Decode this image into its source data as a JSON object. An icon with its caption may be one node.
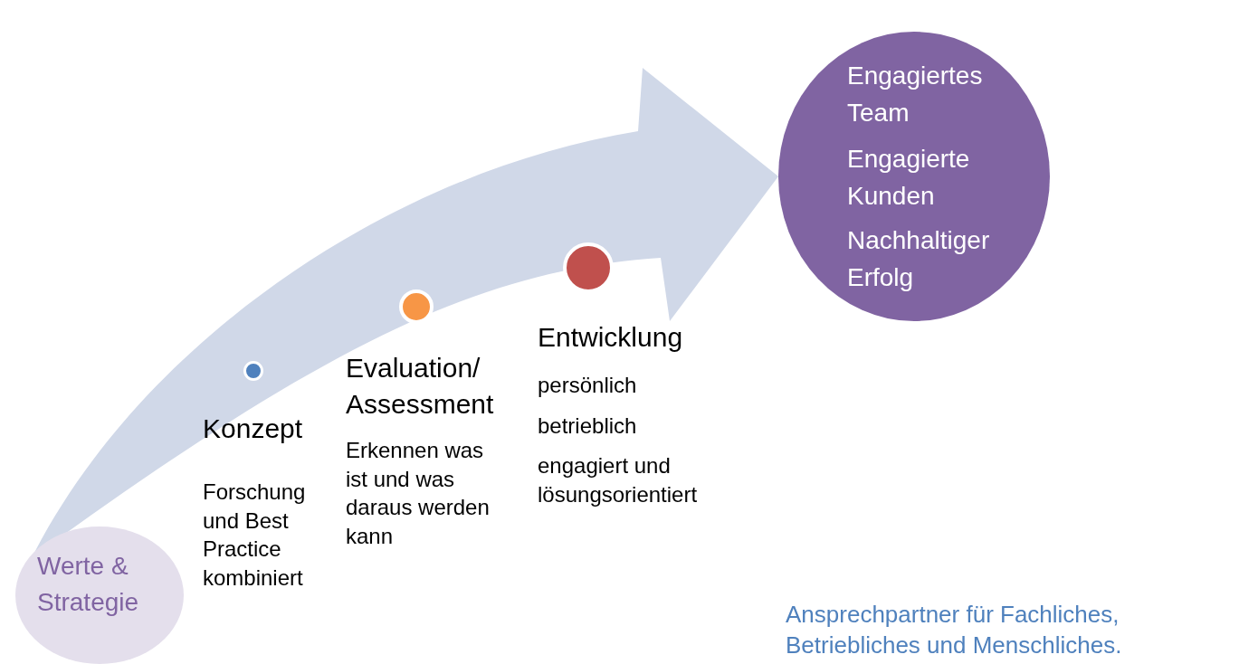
{
  "diagram": {
    "nodes": [
      {
        "text": [
          "Werte & Strategie"
        ]
      },
      {
        "text": [],
        "shape": "circle"
      },
      {
        "text": [],
        "shape": "circle"
      },
      {
        "text": [],
        "shape": "circle"
      },
      {
        "text": [
          "Engagiertes Team",
          "Engagierte Kunden",
          "Nachhaltiger Erfolg"
        ]
      }
    ],
    "edges": [
      {
        "from": 0,
        "to": 4,
        "arrow": "to",
        "style": "thick"
      }
    ],
    "labels": [
      "Konzept",
      "Forschung und Best Practice kombiniert",
      "Evaluation/ Assessment",
      "Erkennen was ist und was daraus werden kann",
      "Entwicklung",
      "persönlich",
      "betrieblich",
      "engagiert und lösungsorientiert",
      "Ansprechpartner für Fachliches, Betriebliches und Menschliches."
    ]
  }
}
